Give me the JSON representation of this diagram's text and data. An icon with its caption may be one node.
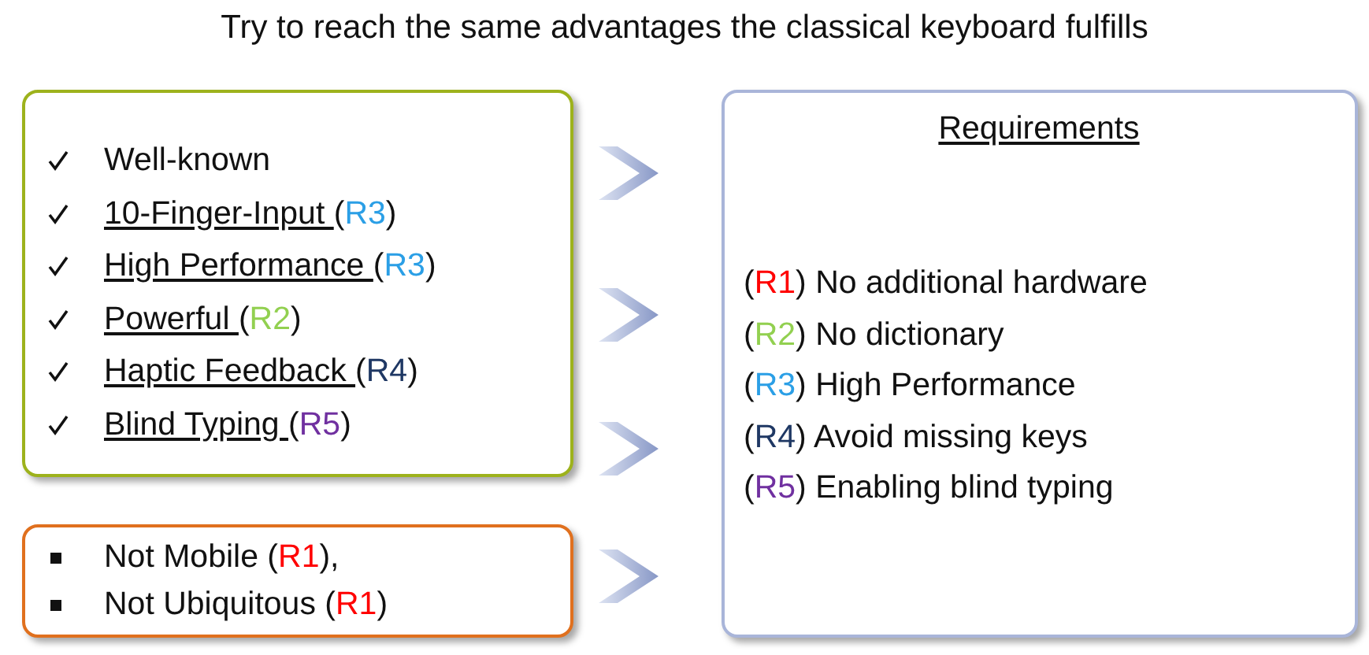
{
  "diagram": {
    "title": "Try to reach the same advantages the classical keyboard fulfills",
    "nodes": [
      {
        "text": [
          "Well-known",
          "10-Finger-Input (R3)",
          "High Performance (R3)",
          "Powerful (R2)",
          "Haptic Feedback (R4)",
          "Blind Typing (R5)"
        ]
      },
      {
        "text": [
          "Not Mobile (R1),",
          "Not Ubiquitous (R1)"
        ]
      },
      {
        "text": [
          "Requirements",
          "(R1) No additional hardware",
          "(R2) No dictionary",
          "(R3) High Performance",
          "(R4) Avoid missing keys",
          "(R5) Enabling blind typing"
        ]
      }
    ],
    "edges": [
      {
        "from": 0,
        "to": 2,
        "arrow": "to"
      },
      {
        "from": 0,
        "to": 2,
        "arrow": "to"
      },
      {
        "from": 0,
        "to": 2,
        "arrow": "to"
      },
      {
        "from": 1,
        "to": 2,
        "arrow": "to"
      }
    ]
  }
}
